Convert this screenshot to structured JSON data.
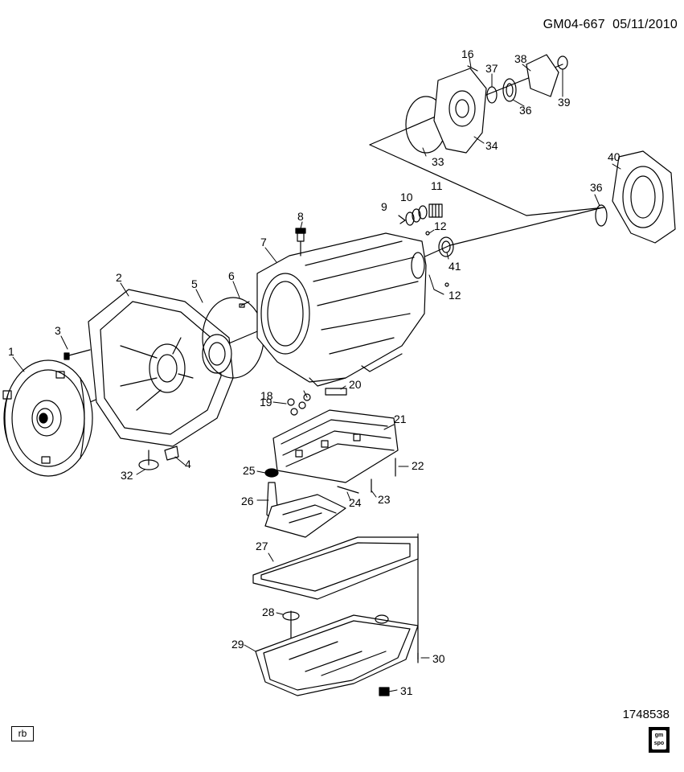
{
  "header": {
    "doc_id": "GM04-667",
    "date": "05/11/2010"
  },
  "footer": {
    "illustration_number": "1748538",
    "badge": "rb"
  },
  "logo": {
    "top": "gm",
    "bottom": "spo"
  },
  "callouts": [
    "1",
    "2",
    "3",
    "4",
    "5",
    "6",
    "7",
    "8",
    "9",
    "10",
    "11",
    "12",
    "12",
    "16",
    "18",
    "19",
    "20",
    "21",
    "22",
    "23",
    "24",
    "25",
    "26",
    "27",
    "28",
    "29",
    "30",
    "31",
    "32",
    "33",
    "34",
    "36",
    "36",
    "37",
    "38",
    "39",
    "40",
    "41"
  ]
}
